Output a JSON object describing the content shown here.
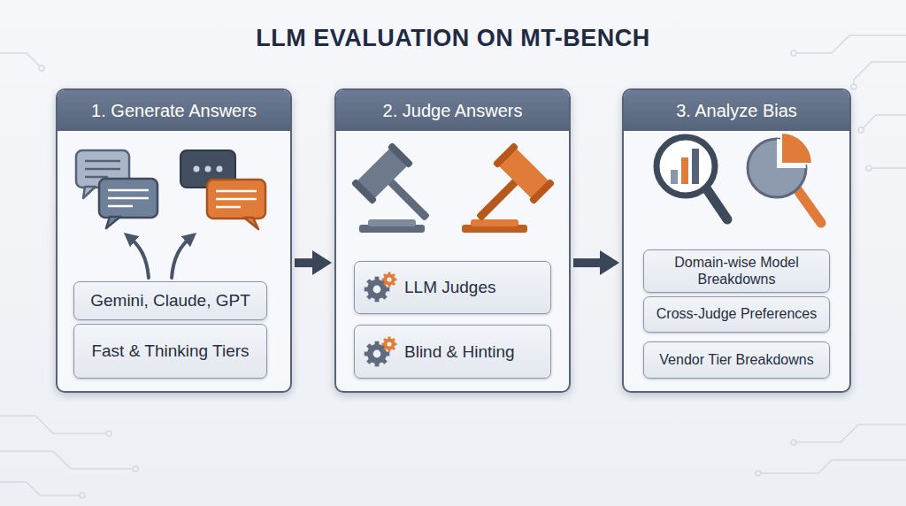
{
  "diagram": {
    "title": "LLM EVALUATION ON MT-BENCH",
    "nodes": [
      {
        "text": [
          "1. Generate Answers"
        ]
      },
      {
        "text": [
          "Gemini, Claude, GPT"
        ],
        "in": 0
      },
      {
        "text": [
          "Fast & Thinking Tiers"
        ],
        "in": 0
      },
      {
        "text": [
          "2. Judge Answers"
        ]
      },
      {
        "text": [
          "LLM Judges"
        ],
        "in": 3
      },
      {
        "text": [
          "Blind & Hinting"
        ],
        "in": 3
      },
      {
        "text": [
          "3. Analyze Bias"
        ]
      },
      {
        "text": [
          "Domain-wise Model Breakdowns"
        ],
        "in": 6
      },
      {
        "text": [
          "Cross-Judge Preferences"
        ],
        "in": 6
      },
      {
        "text": [
          "Vendor Tier Breakdowns"
        ],
        "in": 6
      }
    ],
    "edges": [
      {
        "from": 0,
        "to": 3,
        "arrow": "to"
      },
      {
        "from": 3,
        "to": 6,
        "arrow": "to"
      }
    ]
  }
}
